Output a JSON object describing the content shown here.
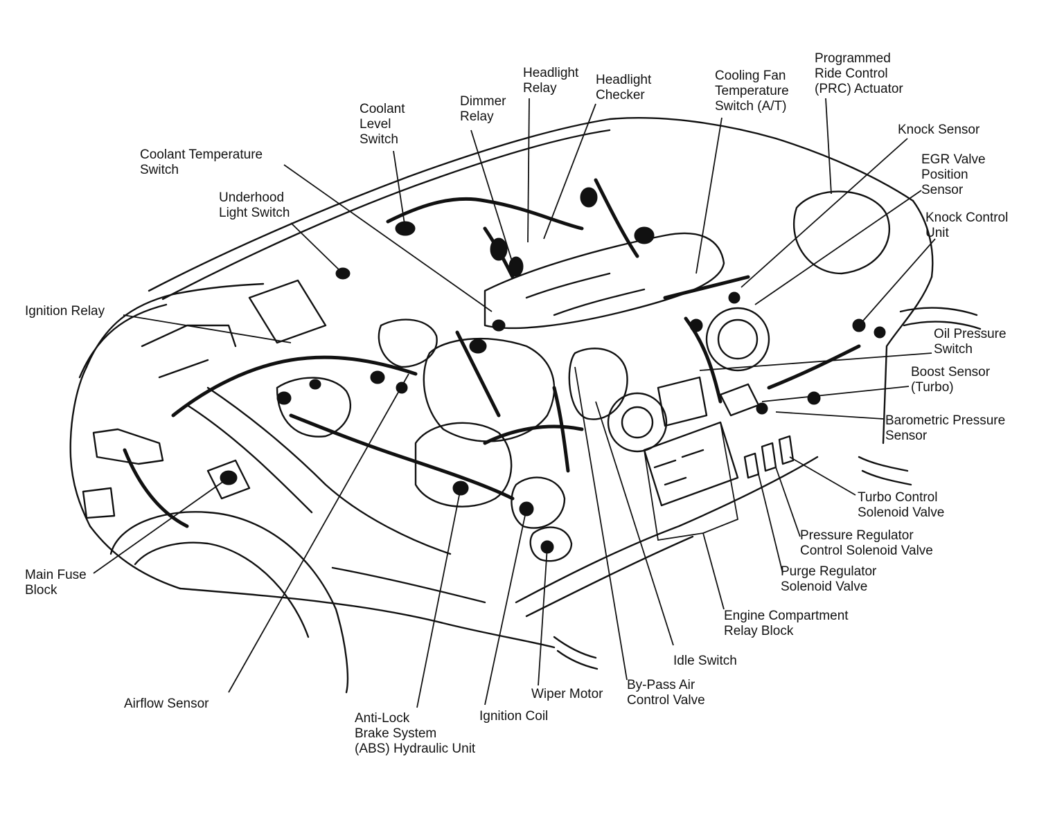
{
  "labels": {
    "programmed_ride_control": [
      "Programmed",
      "Ride Control",
      "(PRC) Actuator"
    ],
    "headlight_relay": [
      "Headlight",
      "Relay"
    ],
    "headlight_checker": [
      "Headlight",
      "Checker"
    ],
    "cooling_fan_temp_switch": [
      "Cooling Fan",
      "Temperature",
      "Switch (A/T)"
    ],
    "dimmer_relay": [
      "Dimmer",
      "Relay"
    ],
    "coolant_level_switch": [
      "Coolant",
      "Level",
      "Switch"
    ],
    "knock_sensor": [
      "Knock Sensor"
    ],
    "coolant_temperature_switch": [
      "Coolant Temperature",
      "Switch"
    ],
    "egr_valve_position_sensor": [
      "EGR Valve",
      "Position",
      "Sensor"
    ],
    "underhood_light_switch": [
      "Underhood",
      "Light Switch"
    ],
    "knock_control_unit": [
      "Knock Control",
      "Unit"
    ],
    "ignition_relay": [
      "Ignition Relay"
    ],
    "oil_pressure_switch": [
      "Oil Pressure",
      "Switch"
    ],
    "boost_sensor": [
      "Boost Sensor",
      "(Turbo)"
    ],
    "barometric_pressure_sensor": [
      "Barometric Pressure",
      "Sensor"
    ],
    "turbo_control_solenoid_valve": [
      "Turbo Control",
      "Solenoid Valve"
    ],
    "pressure_regulator_control_solenoid_valve": [
      "Pressure Regulator",
      "Control Solenoid Valve"
    ],
    "main_fuse_block": [
      "Main Fuse",
      "Block"
    ],
    "purge_regulator_solenoid_valve": [
      "Purge Regulator",
      "Solenoid Valve"
    ],
    "engine_compartment_relay_block": [
      "Engine Compartment",
      "Relay Block"
    ],
    "idle_switch": [
      "Idle Switch"
    ],
    "bypass_air_control_valve": [
      "By-Pass Air",
      "Control Valve"
    ],
    "wiper_motor": [
      "Wiper Motor"
    ],
    "airflow_sensor": [
      "Airflow Sensor"
    ],
    "abs_hydraulic_unit": [
      "Anti-Lock",
      "Brake System",
      "(ABS) Hydraulic Unit"
    ],
    "ignition_coil": [
      "Ignition Coil"
    ]
  }
}
